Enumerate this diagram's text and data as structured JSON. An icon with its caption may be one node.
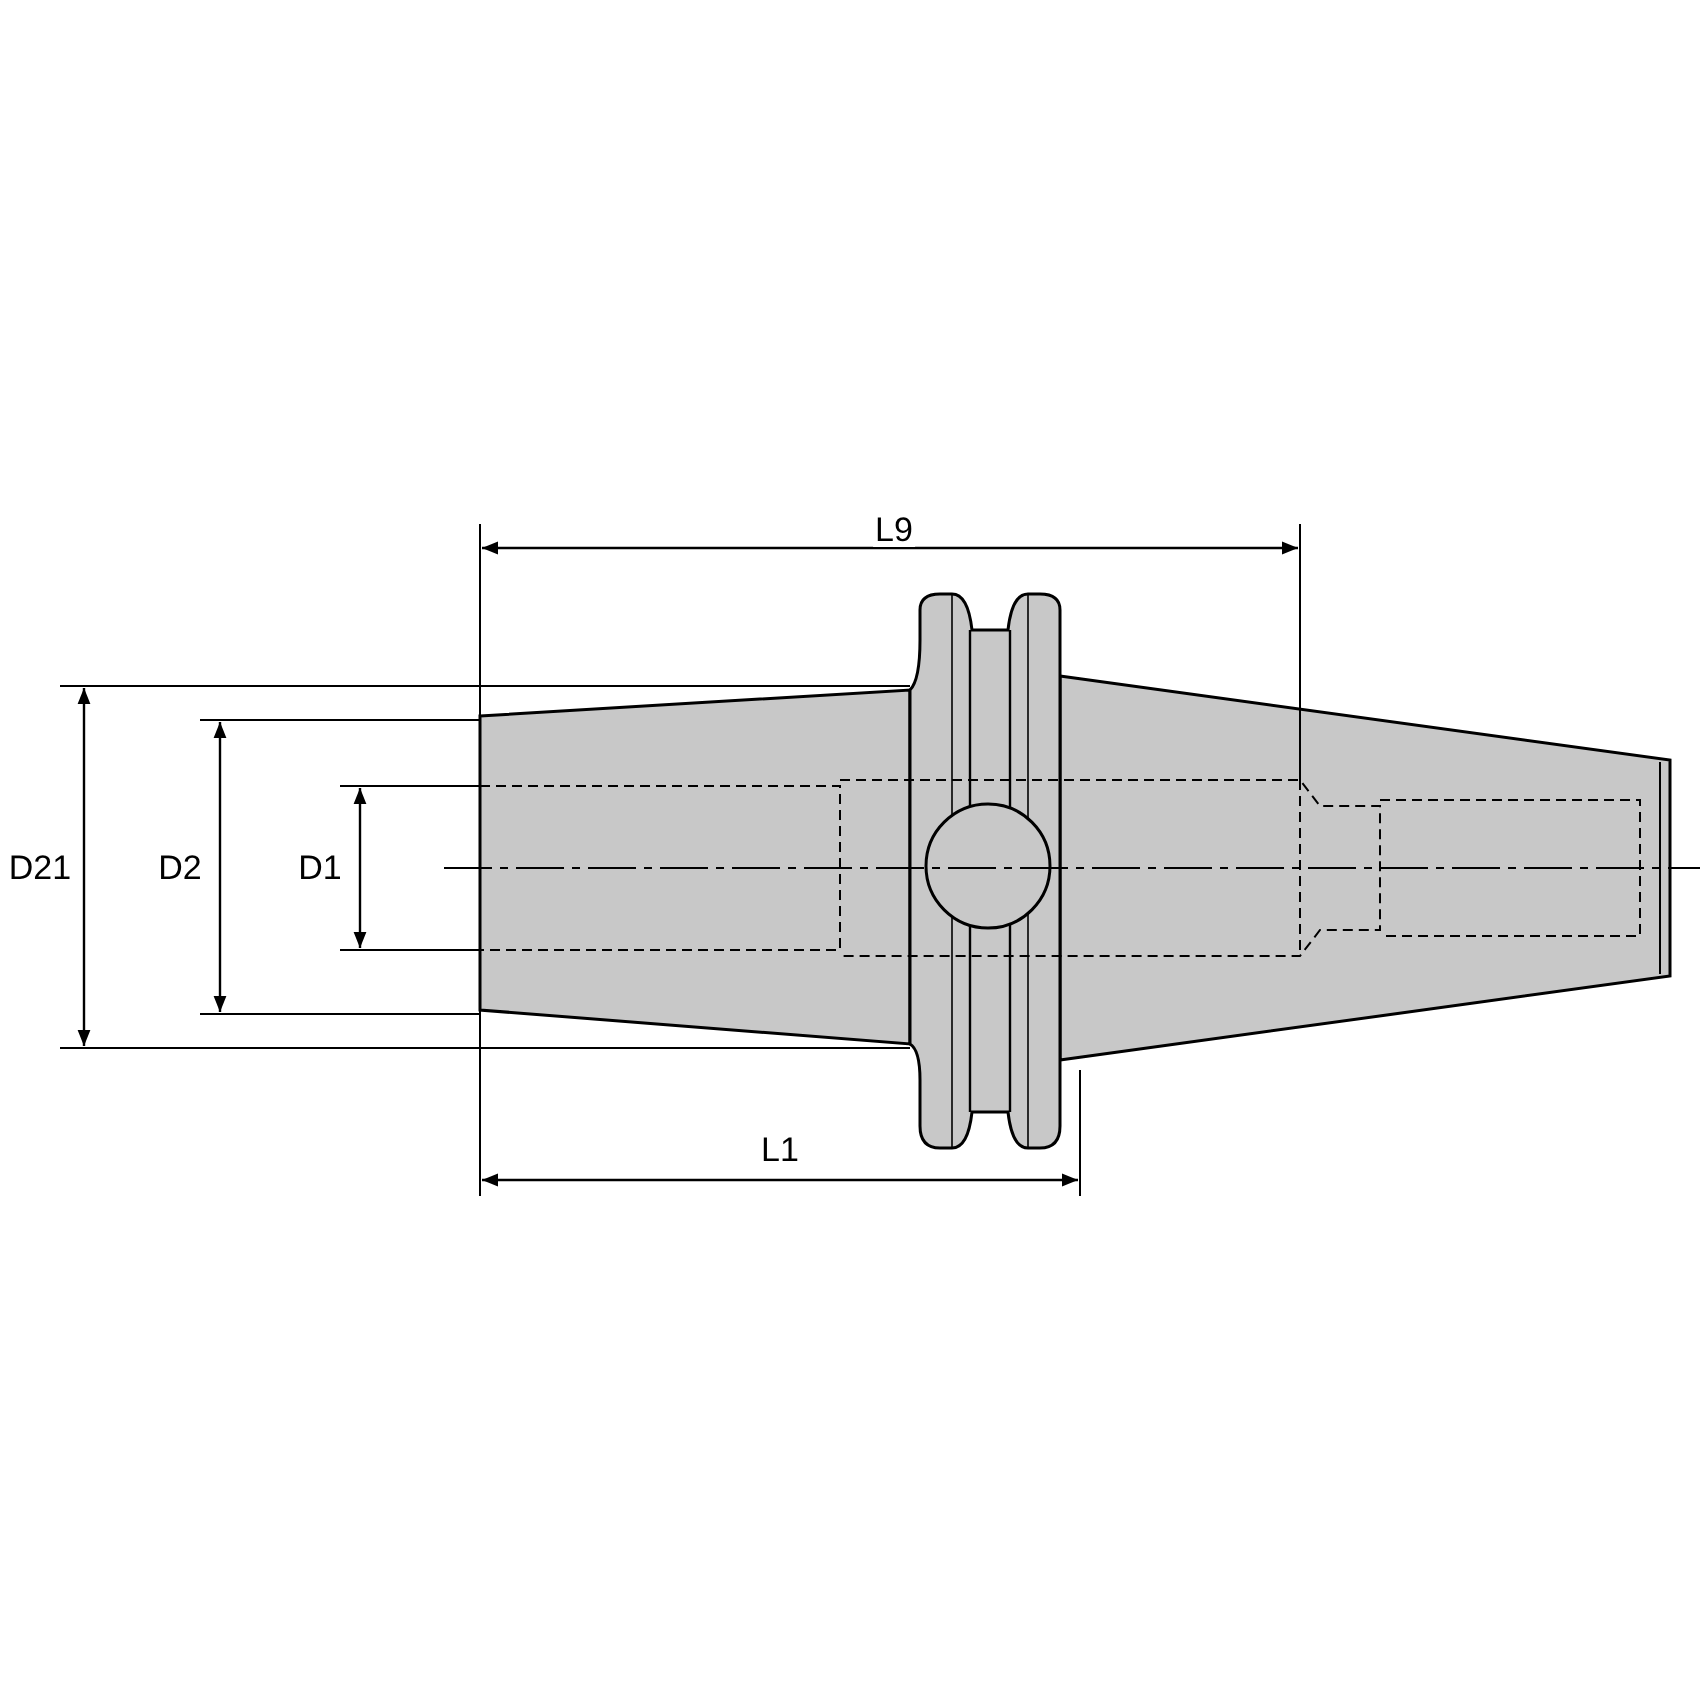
{
  "diagram": {
    "labels": [
      "L9",
      "D21",
      "D2",
      "D1",
      "L1"
    ]
  }
}
